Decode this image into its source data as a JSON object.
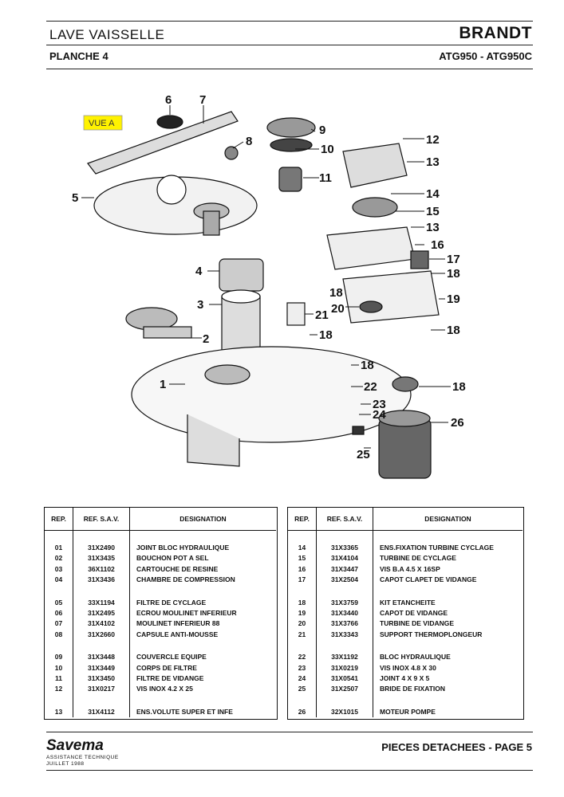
{
  "header": {
    "title": "LAVE VAISSELLE",
    "brand": "BRANDT",
    "plate": "PLANCHE 4",
    "models": "ATG950 - ATG950C"
  },
  "diagram": {
    "vue_label": "VUE A",
    "callouts": [
      "6",
      "7",
      "8",
      "9",
      "10",
      "11",
      "12",
      "13",
      "14",
      "15",
      "13",
      "16",
      "17",
      "18",
      "18",
      "19",
      "18",
      "5",
      "4",
      "3",
      "2",
      "21",
      "20",
      "18",
      "1",
      "18",
      "22",
      "18",
      "23",
      "24",
      "26",
      "25"
    ]
  },
  "table_headers": {
    "rep": "REP.",
    "ref": "REF. S.A.V.",
    "designation": "DESIGNATION"
  },
  "parts_left": [
    {
      "rep": "01",
      "ref": "31X2490",
      "des": "JOINT BLOC HYDRAULIQUE"
    },
    {
      "rep": "02",
      "ref": "31X3435",
      "des": "BOUCHON POT A SEL"
    },
    {
      "rep": "03",
      "ref": "36X1102",
      "des": "CARTOUCHE DE RESINE"
    },
    {
      "rep": "04",
      "ref": "31X3436",
      "des": "CHAMBRE DE COMPRESSION"
    },
    {
      "rep": "05",
      "ref": "33X1194",
      "des": "FILTRE DE CYCLAGE"
    },
    {
      "rep": "06",
      "ref": "31X2495",
      "des": "ECROU MOULINET INFERIEUR"
    },
    {
      "rep": "07",
      "ref": "31X4102",
      "des": "MOULINET INFERIEUR 88"
    },
    {
      "rep": "08",
      "ref": "31X2660",
      "des": "CAPSULE ANTI-MOUSSE"
    },
    {
      "rep": "09",
      "ref": "31X3448",
      "des": "COUVERCLE EQUIPE"
    },
    {
      "rep": "10",
      "ref": "31X3449",
      "des": "CORPS DE FILTRE"
    },
    {
      "rep": "11",
      "ref": "31X3450",
      "des": "FILTRE DE VIDANGE"
    },
    {
      "rep": "12",
      "ref": "31X0217",
      "des": "VIS INOX 4.2 X 25"
    },
    {
      "rep": "13",
      "ref": "31X4112",
      "des": "ENS.VOLUTE SUPER ET INFE"
    }
  ],
  "parts_right": [
    {
      "rep": "14",
      "ref": "31X3365",
      "des": "ENS.FIXATION TURBINE CYCLAGE"
    },
    {
      "rep": "15",
      "ref": "31X4104",
      "des": "TURBINE DE CYCLAGE"
    },
    {
      "rep": "16",
      "ref": "31X3447",
      "des": "VIS B.A 4.5 X 16SP"
    },
    {
      "rep": "17",
      "ref": "31X2504",
      "des": "CAPOT CLAPET DE VIDANGE"
    },
    {
      "rep": "18",
      "ref": "31X3759",
      "des": "KIT ETANCHEITE"
    },
    {
      "rep": "19",
      "ref": "31X3440",
      "des": "CAPOT DE VIDANGE"
    },
    {
      "rep": "20",
      "ref": "31X3766",
      "des": "TURBINE DE VIDANGE"
    },
    {
      "rep": "21",
      "ref": "31X3343",
      "des": "SUPPORT THERMOPLONGEUR"
    },
    {
      "rep": "22",
      "ref": "33X1192",
      "des": "BLOC HYDRAULIQUE"
    },
    {
      "rep": "23",
      "ref": "31X0219",
      "des": "VIS INOX 4.8 X 30"
    },
    {
      "rep": "24",
      "ref": "31X0541",
      "des": "JOINT 4 X 9 X 5"
    },
    {
      "rep": "25",
      "ref": "31X2507",
      "des": "BRIDE DE FIXATION"
    },
    {
      "rep": "26",
      "ref": "32X1015",
      "des": "MOTEUR POMPE"
    }
  ],
  "footer": {
    "logo": "Savema",
    "sub1": "ASSISTANCE TECHNIQUE",
    "sub2": "JUILLET 1988",
    "page": "PIECES DETACHEES - PAGE 5"
  }
}
